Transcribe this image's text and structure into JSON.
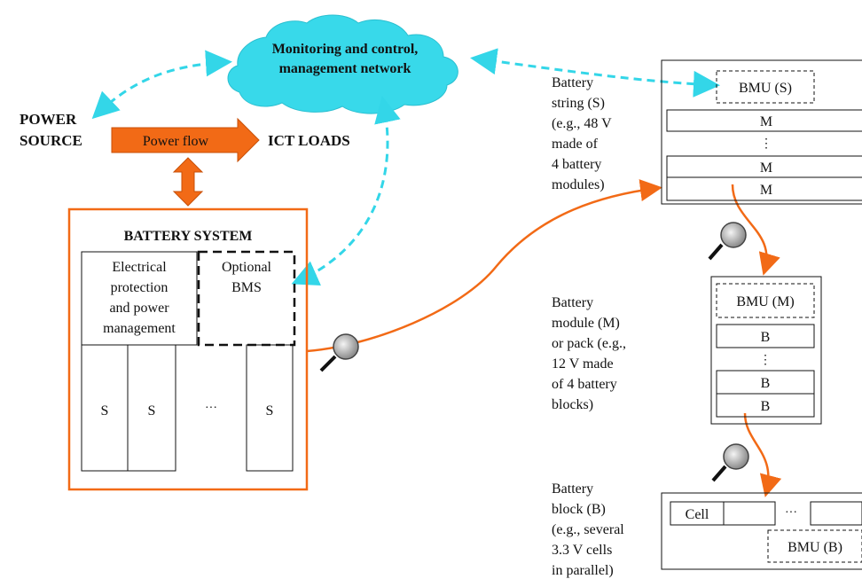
{
  "cloud": {
    "line1": "Monitoring and control,",
    "line2": "management network"
  },
  "power_source": {
    "line1": "POWER",
    "line2": "SOURCE"
  },
  "power_flow_label": "Power flow",
  "ict_loads": "ICT LOADS",
  "battery_system": {
    "title": "BATTERY SYSTEM",
    "protection_lines": [
      "Electrical",
      "protection",
      "and power",
      "management"
    ],
    "bms_lines": [
      "Optional",
      "BMS"
    ],
    "strings": [
      "S",
      "S",
      "···",
      "S"
    ]
  },
  "string_block": {
    "desc_lines": [
      "Battery",
      "string (S)",
      "(e.g., 48 V",
      "made of",
      "4 battery",
      "modules)"
    ],
    "bmu": "BMU (S)",
    "rows": [
      "M",
      "⋮",
      "M",
      "M"
    ]
  },
  "module_block": {
    "desc_lines": [
      "Battery",
      "module (M)",
      "or pack (e.g.,",
      "12 V made",
      "of 4 battery",
      "blocks)"
    ],
    "bmu": "BMU (M)",
    "rows": [
      "B",
      "⋮",
      "B",
      "B"
    ]
  },
  "block_block": {
    "desc_lines": [
      "Battery",
      "block (B)",
      "(e.g., several",
      "3.3 V cells",
      "in parallel)"
    ],
    "cell": "Cell",
    "dots": "···",
    "bmu": "BMU (B)"
  },
  "colors": {
    "cyan": "#33d6e8",
    "orange": "#f26a16",
    "cloud_fill": "#38d9ea"
  },
  "icons": [
    "magnifier-icon"
  ]
}
